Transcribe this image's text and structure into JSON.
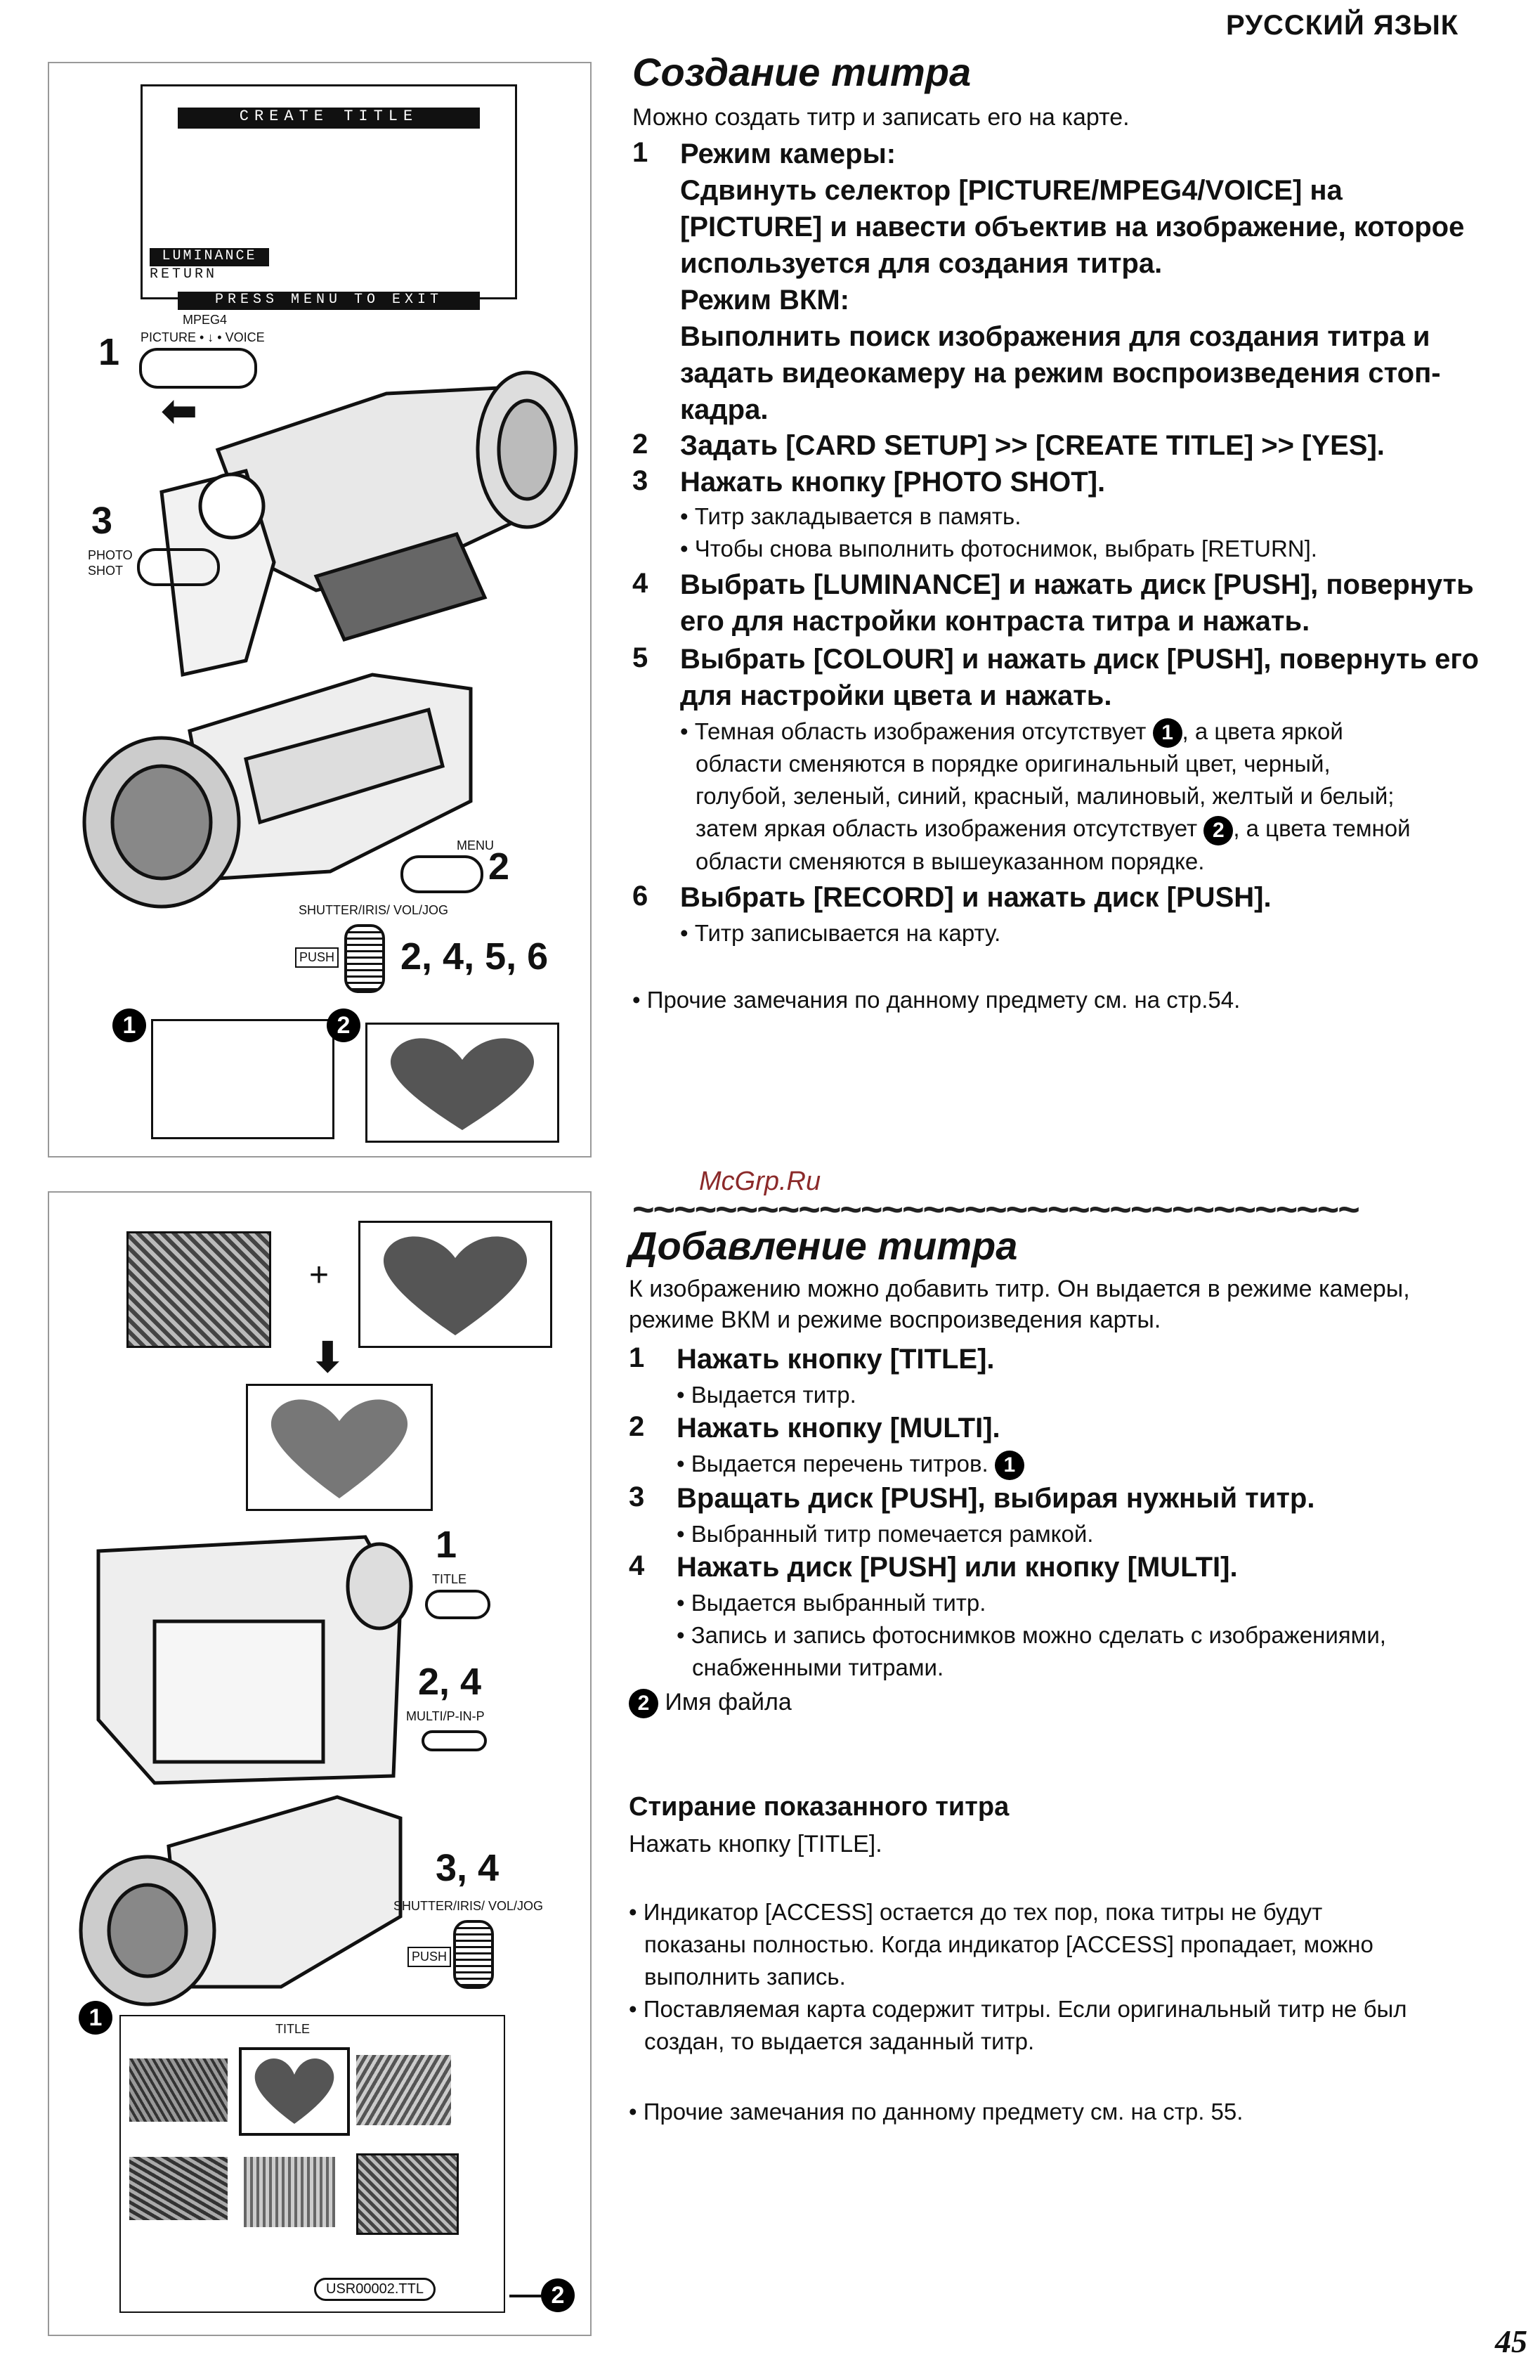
{
  "header": {
    "language": "РУССКИЙ ЯЗЫК"
  },
  "watermark": "McGrp.Ru",
  "section1": {
    "title": "Создание титра",
    "intro": "Можно создать титр и записать его на карте.",
    "steps": [
      {
        "num": "1",
        "lines": [
          "Режим камеры:",
          "Сдвинуть селектор [PICTURE/MPEG4/VOICE] на",
          "[PICTURE] и навести объектив на изображение, которое",
          "используется для создания титра.",
          "Режим ВКМ:",
          "Выполнить поиск изображения для создания титра и",
          "задать видеокамеру на режим воспроизведения стоп-",
          "кадра."
        ]
      },
      {
        "num": "2",
        "lines": [
          "Задать [CARD SETUP] >> [CREATE TITLE] >> [YES]."
        ]
      },
      {
        "num": "3",
        "lines": [
          "Нажать кнопку [PHOTO SHOT]."
        ]
      },
      {
        "num": "4",
        "lines": [
          "Выбрать [LUMINANCE] и нажать диск [PUSH], повернуть",
          "его для настройки контраста титра и нажать."
        ]
      },
      {
        "num": "5",
        "lines": [
          "Выбрать [COLOUR] и нажать диск [PUSH], повернуть его",
          "для настройки цвета и нажать."
        ]
      },
      {
        "num": "6",
        "lines": [
          "Выбрать [RECORD] и нажать диск [PUSH]."
        ]
      }
    ],
    "step3_bullets": [
      "Титр закладывается в память.",
      "Чтобы снова выполнить фотоснимок, выбрать [RETURN]."
    ],
    "step5_bullet": [
      "Темная область изображения отсутствует ",
      ", а цвета яркой",
      "области сменяются в порядке оригинальный цвет, черный,",
      "голубой, зеленый, синий, красный, малиновый, желтый и белый;",
      "затем яркая область изображения отсутствует ",
      ", а цвета темной",
      "области сменяются в вышеуказанном порядке."
    ],
    "step6_bullet": "Титр записывается на карту.",
    "note": "Прочие замечания по данному предмету см. на стр.54."
  },
  "figure1": {
    "screen_title": "CREATE TITLE",
    "screen_item1": "LUMINANCE",
    "screen_item2": "RETURN",
    "screen_footer": "PRESS MENU TO EXIT",
    "label_mpeg4": "MPEG4",
    "label_selector": "PICTURE • ↓ • VOICE",
    "label_photo": "PHOTO",
    "label_shot": "SHOT",
    "label_menu": "MENU",
    "label_jog": "SHUTTER/IRIS/ VOL/JOG",
    "label_push": "PUSH",
    "n1": "1",
    "n3": "3",
    "n2": "2",
    "n2456": "2, 4, 5, 6",
    "m1": "1",
    "m2": "2"
  },
  "section2": {
    "title": "Добавление титра",
    "intro": [
      "К изображению можно добавить титр. Он выдается в режиме камеры,",
      "режиме ВКМ и режиме воспроизведения карты."
    ],
    "steps": [
      {
        "num": "1",
        "text": "Нажать кнопку [TITLE]."
      },
      {
        "num": "2",
        "text": "Нажать кнопку [MULTI]."
      },
      {
        "num": "3",
        "text": "Вращать диск [PUSH], выбирая нужный титр."
      },
      {
        "num": "4",
        "text": "Нажать диск [PUSH] или кнопку [MULTI]."
      }
    ],
    "b1": "Выдается титр.",
    "b2": "Выдается перечень титров. ",
    "b3": "Выбранный титр помечается рамкой.",
    "b4a": "Выдается выбранный титр.",
    "b4b": [
      "Запись и запись фотоснимков можно сделать с изображениями,",
      "снабженными титрами."
    ],
    "filename_note": "Имя файла",
    "erase_heading": "Стирание показанного титра",
    "erase_text": "Нажать кнопку [TITLE].",
    "notes": [
      [
        "Индикатор [ACCESS] остается до тех пор, пока титры не будут",
        "показаны полностью. Когда индикатор [ACCESS] пропадает, можно",
        "выполнить запись."
      ],
      [
        "Поставляемая карта содержит титры. Если оригинальный титр не был",
        "создан, то выдается заданный титр."
      ]
    ],
    "note_last": "Прочие замечания по данному предмету см. на стр. 55."
  },
  "figure2": {
    "plus": "+",
    "label_title": "TITLE",
    "label_multi": "MULTI/P-IN-P",
    "label_jog": "SHUTTER/IRIS/ VOL/JOG",
    "label_push": "PUSH",
    "n1": "1",
    "n24": "2, 4",
    "n34": "3, 4",
    "grid_title": "TITLE",
    "filename": "USR00002.TTL",
    "m1": "1",
    "m2": "2"
  },
  "page_number": "45"
}
